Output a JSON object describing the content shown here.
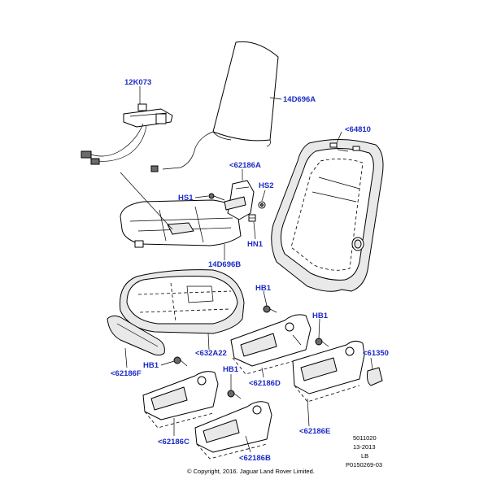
{
  "colors": {
    "callout": "#1c2bc6",
    "line": "#000000",
    "background": "#ffffff"
  },
  "callouts": {
    "c12K073": "12K073",
    "c14D696A": "14D696A",
    "c64810": "<64810",
    "c62186A": "<62186A",
    "hs1": "HS1",
    "hs2": "HS2",
    "hn1": "HN1",
    "c14D696B": "14D696B",
    "hb1_upper": "HB1",
    "hb1_right": "HB1",
    "hb1_left": "HB1",
    "hb1_lower": "HB1",
    "c632A22": "<632A22",
    "c62186F": "<62186F",
    "c61350": "<61350",
    "c62186D": "<62186D",
    "c62186C": "<62186C",
    "c62186E": "<62186E",
    "c62186B": "<62186B"
  },
  "meta": {
    "line1": "5011020",
    "line2": "13-2013",
    "line3": "LB",
    "line4": "P0150269-03"
  },
  "copyright": "© Copyright, 2016. Jaguar Land Rover Limited."
}
